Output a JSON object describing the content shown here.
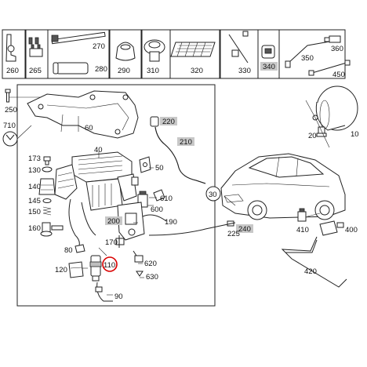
{
  "diagram": {
    "top_row_labels": [
      "260",
      "265",
      "270",
      "280",
      "290",
      "310",
      "320",
      "330",
      "340",
      "350",
      "360",
      "450"
    ],
    "main_labels": [
      "250",
      "710",
      "60",
      "220",
      "210",
      "40",
      "173",
      "130",
      "140",
      "145",
      "150",
      "160",
      "50",
      "600",
      "610",
      "200",
      "170",
      "190",
      "80",
      "110",
      "120",
      "620",
      "630",
      "90"
    ],
    "vehicle_labels": [
      "10",
      "20",
      "30",
      "240",
      "225",
      "410",
      "400",
      "420"
    ],
    "highlighted": [
      "340",
      "220",
      "210",
      "200",
      "240"
    ],
    "circled": [
      "110"
    ],
    "callout_bubbles": [
      "30"
    ],
    "colors": {
      "highlight_box": "#c8c8c8",
      "circle_marker": "#d90000",
      "line": "#222222"
    }
  }
}
